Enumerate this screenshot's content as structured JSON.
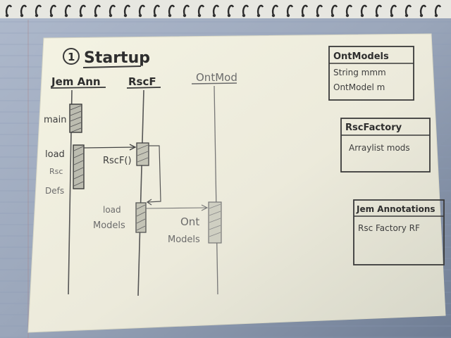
{
  "title": "Startup",
  "step_number": "1",
  "lifelines": [
    {
      "label": "Jem Ann"
    },
    {
      "label": "RscF"
    },
    {
      "label": "OntMod"
    }
  ],
  "messages": {
    "main": "main",
    "load": "load",
    "rsc": "Rsc",
    "defs": "Defs",
    "rscf_call": "RscF()",
    "load2": "load",
    "models": "Models",
    "ont": "Ont",
    "ont_models": "Models"
  },
  "classes": [
    {
      "name": "OntModels",
      "fields": [
        "String mmm",
        "OntModel m"
      ]
    },
    {
      "name": "RscFactory",
      "fields": [
        "Arraylist mods"
      ]
    },
    {
      "name": "Jem Annotations",
      "fields": [
        "Rsc Factory RF"
      ]
    }
  ]
}
